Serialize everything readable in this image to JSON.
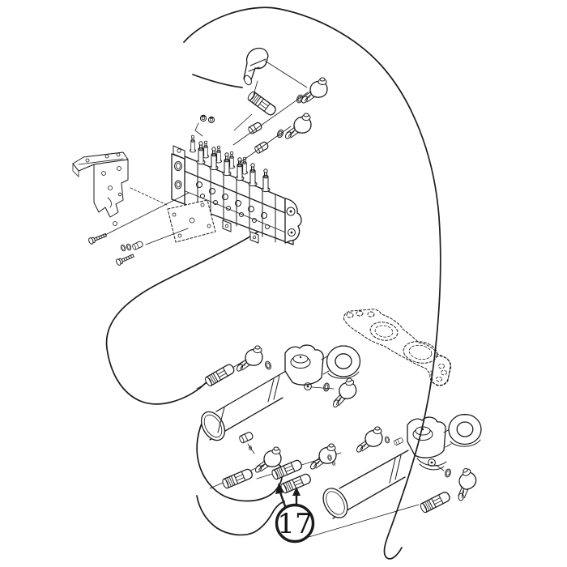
{
  "diagram": {
    "type": "exploded-parts-diagram",
    "subject": "hydraulic control valve, hoses and cylinders",
    "background": "#ffffff",
    "line_color": "#1b1b1b",
    "callout": {
      "label": "17"
    },
    "parts": [
      "hydraulic-hose-main",
      "hydraulic-hose-upper",
      "hydraulic-hose-supply",
      "hose-loop-outer",
      "hose-loop-inner",
      "elbow-hose-end",
      "hose-coupler-top",
      "control-valve-assembly",
      "valve-spools",
      "mounting-bracket",
      "mounting-plate",
      "bolt",
      "washer-set",
      "cap-nuts",
      "plug-fitting",
      "o-ring",
      "elbow-fitting",
      "rocker-linkage",
      "hydraulic-cylinder-1",
      "hydraulic-cylinder-2",
      "cylinder-rod-eye",
      "hose-coupler-pair-item-17"
    ]
  }
}
